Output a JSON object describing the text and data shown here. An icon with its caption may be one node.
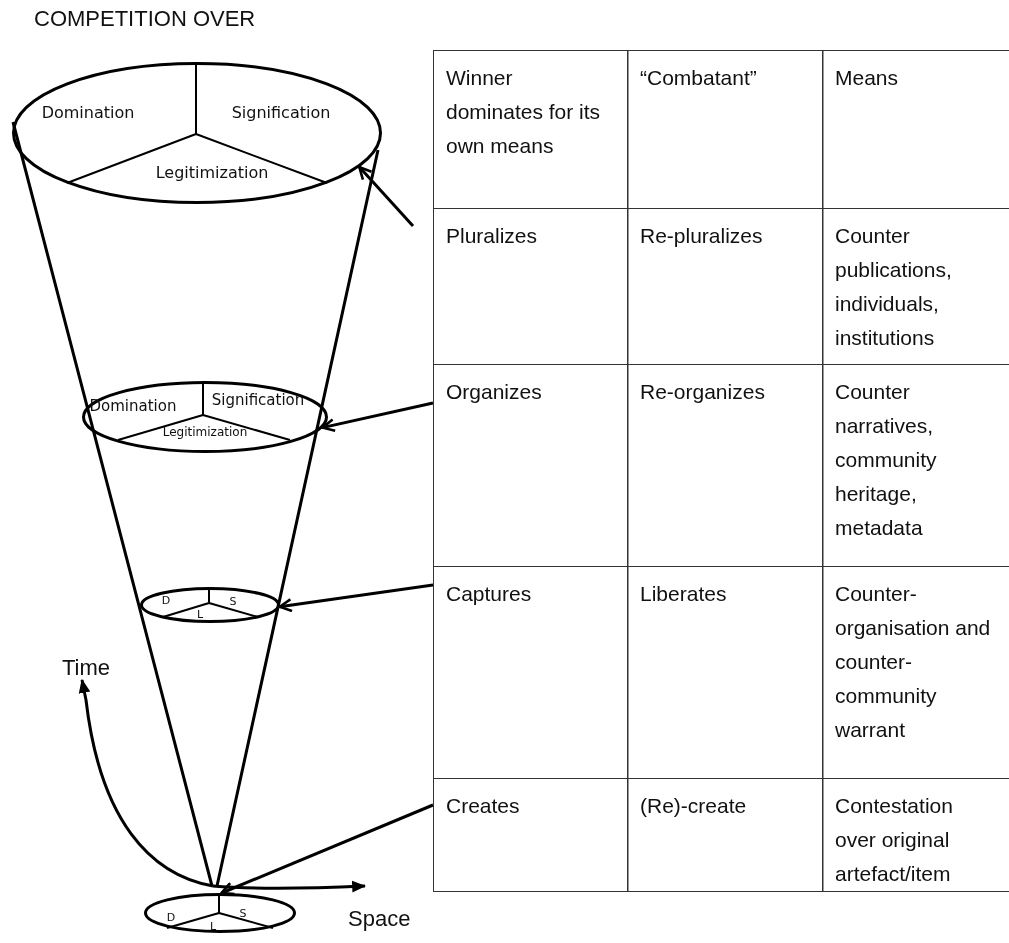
{
  "diagram": {
    "title": "COMPETITION OVER",
    "nodes": [
      {
        "text": [
          "Domination",
          "Signification",
          "Legitimization"
        ]
      },
      {
        "text": [
          "Domination",
          "Signification",
          "Legitimization"
        ]
      },
      {
        "text": [
          "D",
          "S",
          "L"
        ]
      },
      {
        "text": [
          "D",
          "S",
          "L"
        ]
      },
      {
        "text": [
          "Winner dominates for its own means",
          "“Combatant”",
          "Means"
        ]
      },
      {
        "text": [
          "Pluralizes",
          "Re-pluralizes",
          "Counter publications, individuals, institutions"
        ]
      },
      {
        "text": [
          "Organizes",
          "Re-organizes",
          "Counter narratives, community heritage, metadata"
        ]
      },
      {
        "text": [
          "Captures",
          "Liberates",
          "Counter-organisation and counter-community warrant"
        ]
      },
      {
        "text": [
          "Creates",
          "(Re)-create",
          "Contestation over original artefact/item"
        ]
      }
    ],
    "edges": [
      {
        "from": 5,
        "to": 0,
        "arrow": "to"
      },
      {
        "from": 6,
        "to": 1,
        "arrow": "to"
      },
      {
        "from": 7,
        "to": 2,
        "arrow": "to"
      },
      {
        "from": 8,
        "to": 3,
        "arrow": "to"
      }
    ],
    "labels": [
      "Time",
      "Space"
    ]
  }
}
